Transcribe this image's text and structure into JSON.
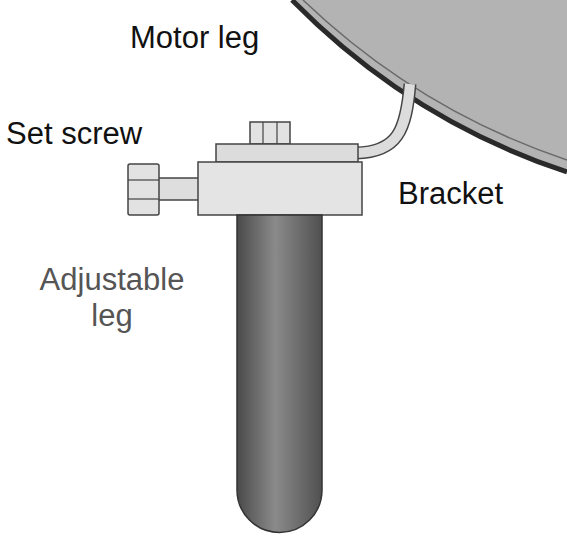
{
  "diagram": {
    "labels": [
      "Motor leg",
      "Set screw",
      "Bracket",
      "Adjustable leg"
    ]
  }
}
